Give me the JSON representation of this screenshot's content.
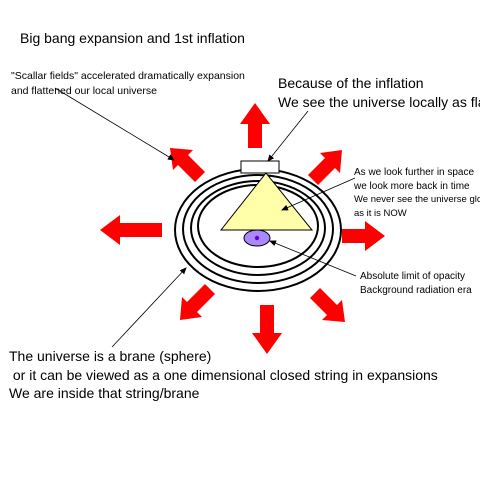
{
  "title": "Big bang expansion and 1st inflation",
  "scalar_note": {
    "lines": [
      "\"Scallar fields\" accelerated dramatically expansion",
      "and flattened our local universe"
    ]
  },
  "inflation_note": {
    "lines": [
      "Because of the inflation",
      "We see the universe locally as flat"
    ]
  },
  "lookback_note": {
    "lines": [
      "As we look further in space",
      "we look more back in time",
      "We never see the universe globally",
      "as it is NOW"
    ]
  },
  "opacity_note": {
    "lines": [
      "Absolute limit of opacity",
      "Background radiation era"
    ]
  },
  "brane_note": {
    "lines": [
      "The universe is a brane (sphere)",
      " or it can be viewed as a one dimensional closed string in expansions",
      "We are inside that string/brane"
    ]
  },
  "colors": {
    "arrows": "#ff0000",
    "triangle": "#ffffaa",
    "observer_fill": "#aa88ff",
    "observer_dot": "#6600cc",
    "rings": "#000000"
  }
}
